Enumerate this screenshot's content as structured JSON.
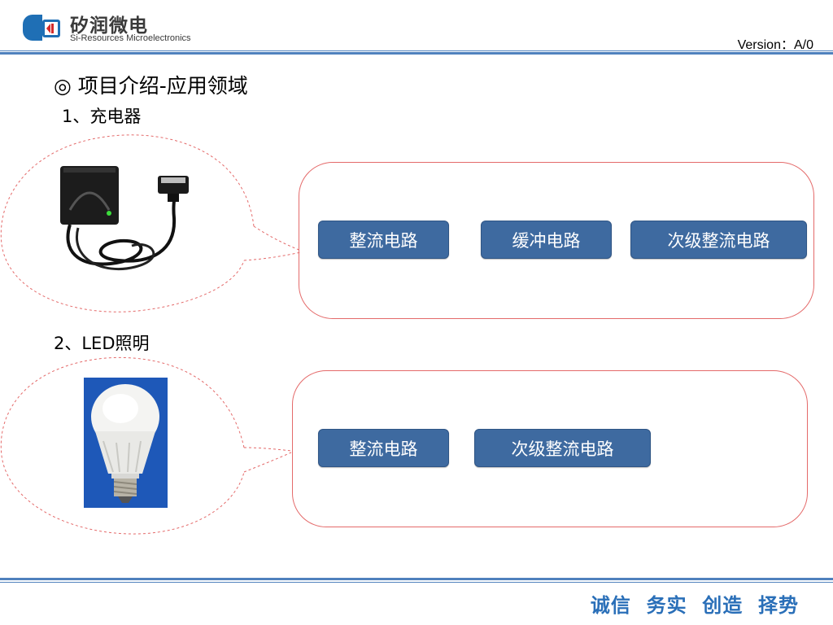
{
  "header": {
    "logo_cn": "矽润微电",
    "logo_en": "Si-Resources Microelectronics",
    "version": "Version：A/0"
  },
  "slide": {
    "title": "◎ 项目介绍-应用领域",
    "section1": {
      "heading": "1、充电器",
      "blocks": [
        "整流电路",
        "缓冲电路",
        "次级整流电路"
      ]
    },
    "section2": {
      "heading": "2、LED照明",
      "blocks": [
        "整流电路",
        "次级整流电路"
      ]
    }
  },
  "footer": {
    "slogan": "诚信  务实  创造  择势"
  },
  "colors": {
    "accent_blue": "#3e6aa0",
    "outline_red": "#e46a6a",
    "slogan_blue": "#2a6fb8",
    "rule_blue": "#4f81bd"
  }
}
